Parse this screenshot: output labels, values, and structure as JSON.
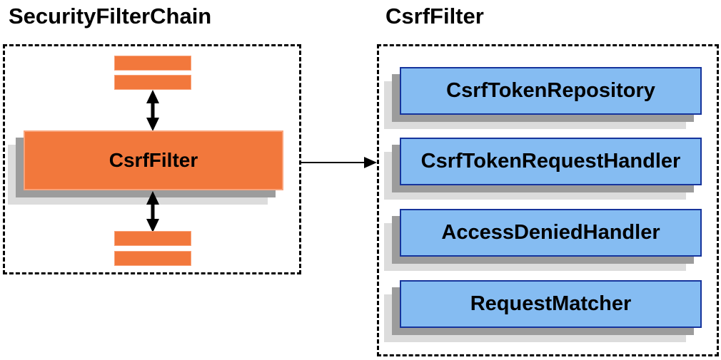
{
  "left_panel": {
    "title": "SecurityFilterChain",
    "filter_label": "CsrfFilter"
  },
  "right_panel": {
    "title": "CsrfFilter",
    "components": [
      "CsrfTokenRepository",
      "CsrfTokenRequestHandler",
      "AccessDeniedHandler",
      "RequestMatcher"
    ]
  },
  "colors": {
    "orange_fill": "#F2783C",
    "orange_border": "#F9A37A",
    "blue_fill": "#85BCF2",
    "blue_border": "#16349C",
    "shadow_dark": "#9C9C9C",
    "shadow_light": "#DCDCDC",
    "arrow": "#000000",
    "dashed_border": "#000000"
  }
}
